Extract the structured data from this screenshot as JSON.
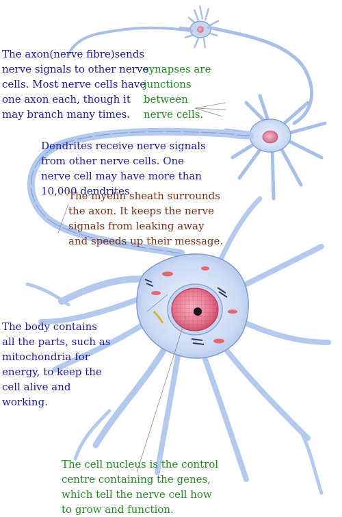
{
  "labels": {
    "axon": "The axon(nerve fibre)sends\nnerve signals to other nerve\ncells. Most nerve cells have\none axon each, though it\nmay branch many times.",
    "synapses": "synapses are\njunctions\nbetween\nnerve cells.",
    "dendrites": "Dendrites receive nerve signals\nfrom other nerve cells. One\nnerve cell may have more than\n10,000 dendrites",
    "myelin": "The myelin sheath surrounds\nthe axon. It keeps the nerve\nsignals from leaking away\nand speeds up their message.",
    "body": "The body contains\nall the parts, such as\nmitochondria for\nenergy, to keep the\ncell alive and\nworking.",
    "nucleus": "The cell nucleus is the control\ncentre containing the genes,\nwhich tell the nerve cell how\nto grow and function."
  },
  "colors": {
    "label_blue": "#1a1aa6",
    "label_green": "#1f8a1f",
    "label_brown": "#7a3218",
    "cell_blue": "#b8cdf0",
    "cell_outline": "#7f9bd0",
    "nucleus_pink": "#e8708c"
  }
}
